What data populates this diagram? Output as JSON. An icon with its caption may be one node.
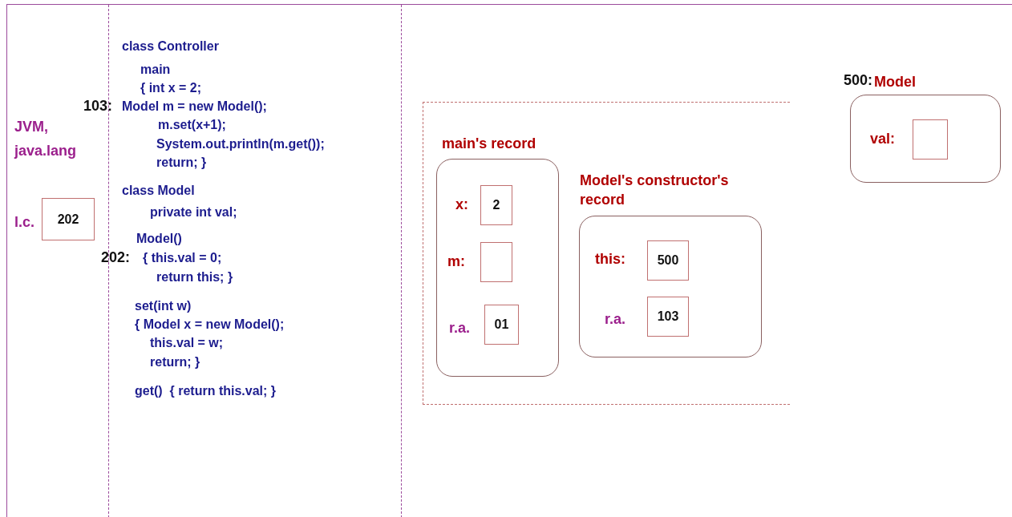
{
  "diagram": {
    "nodes": [
      {
        "text": [
          "202"
        ],
        "beside": [
          "l.c."
        ]
      },
      {
        "text": [],
        "shape": "box"
      },
      {
        "text": [
          "main's record"
        ],
        "in": 1
      },
      {
        "text": [
          "2"
        ],
        "beside": [
          "x:"
        ],
        "in": 2
      },
      {
        "text": [],
        "shape": "box",
        "beside": [
          "m:"
        ],
        "in": 2
      },
      {
        "text": [
          "01"
        ],
        "beside": [
          "r.a."
        ],
        "in": 2
      },
      {
        "text": [
          "Model's constructor's record"
        ],
        "in": 1
      },
      {
        "text": [
          "500"
        ],
        "beside": [
          "this:"
        ],
        "in": 6
      },
      {
        "text": [
          "103"
        ],
        "beside": [
          "r.a."
        ],
        "in": 6
      },
      {
        "text": [
          "Model"
        ],
        "beside": [
          "500:"
        ]
      },
      {
        "text": [],
        "shape": "box",
        "beside": [
          "val:"
        ],
        "in": 9
      }
    ],
    "labels": [
      "JVM, java.lang",
      "class Controller",
      "main",
      "{ int x = 2;",
      "103:",
      "Model m = new Model();",
      "m.set(x+1);",
      "System.out.println(m.get());",
      "return; }",
      "class Model",
      "private int val;",
      "Model()",
      "202:",
      "{ this.val = 0;",
      "return this; }",
      "set(int w)",
      "{ Model x = new Model();",
      "this.val = w;",
      "return; }",
      "get()  { return this.val; }"
    ]
  }
}
